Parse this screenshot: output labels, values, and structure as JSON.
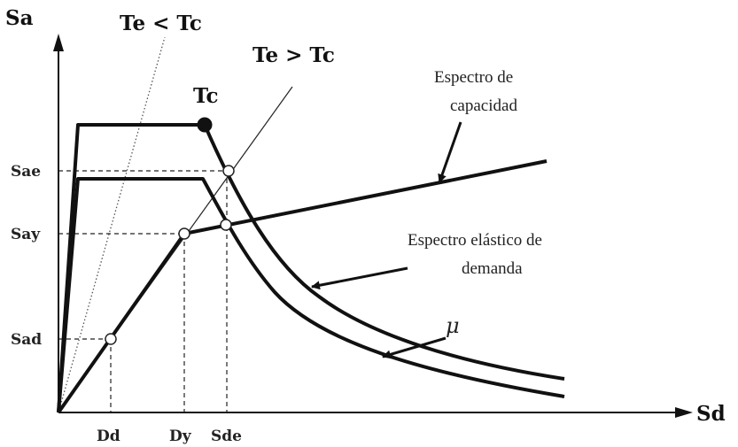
{
  "axes": {
    "y_label": "Sa",
    "x_label": "Sd"
  },
  "lines": {
    "te_lt_tc": "Te < Tc",
    "te_gt_tc": "Te > Tc",
    "tc": "Tc"
  },
  "y_ticks": [
    "Sae",
    "Say",
    "Sad"
  ],
  "x_ticks": [
    "Dd",
    "Dy",
    "Sde"
  ],
  "annotations": {
    "capacity_line1": "Espectro de",
    "capacity_line2": "capacidad",
    "demand_line1": "Espectro elástico de",
    "demand_line2": "demanda",
    "mu": "μ"
  }
}
